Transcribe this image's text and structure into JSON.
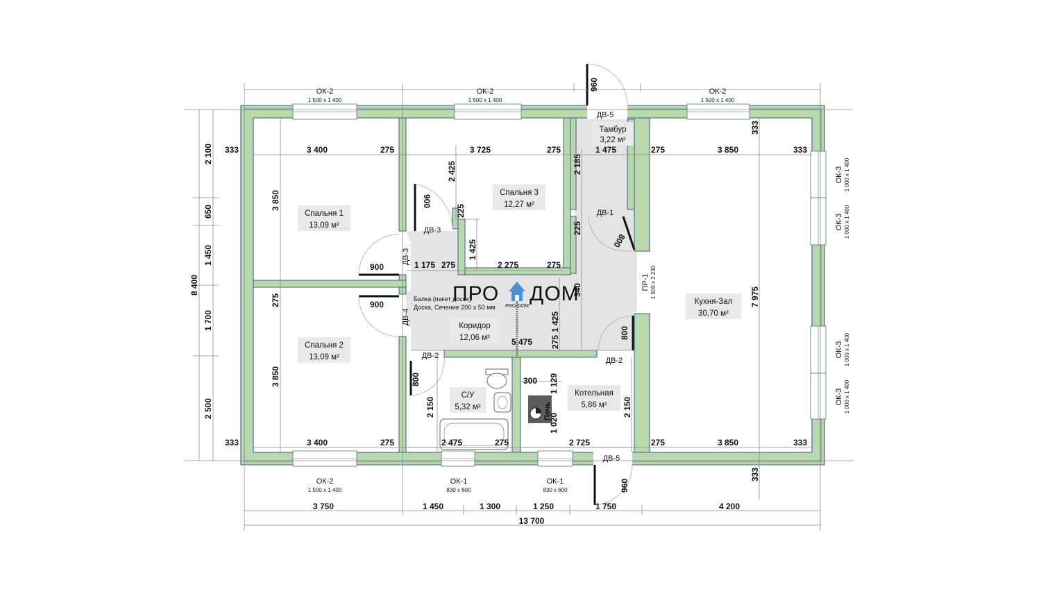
{
  "plan": {
    "logo": {
      "text_left": "ПРО",
      "text_right": "ДОМ",
      "sub": "PRO-DOM"
    },
    "rooms": [
      {
        "id": "bed1",
        "name": "Спальня 1",
        "area": "13,09 м²"
      },
      {
        "id": "bed2",
        "name": "Спальня 2",
        "area": "13,09 м²"
      },
      {
        "id": "bed3",
        "name": "Спальня 3",
        "area": "12,27 м²"
      },
      {
        "id": "vest",
        "name": "Тамбур",
        "area": "3,22 м²"
      },
      {
        "id": "corr",
        "name": "Коридор",
        "area": "12,06 м²"
      },
      {
        "id": "wc",
        "name": "С/У",
        "area": "5,32 м²"
      },
      {
        "id": "boil",
        "name": "Котельная",
        "area": "5,86 м²"
      },
      {
        "id": "kitch",
        "name": "Кухня-Зал",
        "area": "30,70 м²"
      }
    ],
    "windows": {
      "ok2_a": {
        "label": "ОК-2",
        "size": "1 500 x 1 400"
      },
      "ok2_b": {
        "label": "ОК-2",
        "size": "1 500 x 1 400"
      },
      "ok2_c": {
        "label": "ОК-2",
        "size": "1 500 x 1 400"
      },
      "ok2_d": {
        "label": "ОК-2",
        "size": "1 500 x 1 400"
      },
      "ok1_a": {
        "label": "ОК-1",
        "size": "830 x 600"
      },
      "ok1_b": {
        "label": "ОК-1",
        "size": "830 x 600"
      },
      "ok3_a": {
        "label": "ОК-3",
        "size": "1 000 x 1 400"
      },
      "ok3_b": {
        "label": "ОК-3",
        "size": "1 000 x 1 400"
      },
      "ok3_c": {
        "label": "ОК-3",
        "size": "1 000 x 1 400"
      },
      "ok3_d": {
        "label": "ОК-3",
        "size": "1 000 x 1 400"
      },
      "pr1": {
        "label": "ПР-1",
        "size": "1 500 x 2 230"
      }
    },
    "doors": {
      "dv5_top": "ДВ-5",
      "dv5_bottom": "ДВ-5",
      "dv1": "ДВ-1",
      "dv3_a": "ДВ-3",
      "dv3_b": "ДВ-3",
      "dv4": "ДВ-4",
      "dv2_a": "ДВ-2",
      "dv2_b": "ДВ-2"
    },
    "beam_note": {
      "line1": "Балка (пакет досок)",
      "line2": "Доска, Сечение 200 x 50 мм"
    },
    "stove_label": "Печь",
    "dims": {
      "bottom": [
        "3 750",
        "1 450",
        "1 300",
        "1 250",
        "1 750",
        "4 200"
      ],
      "total_width": "13 700",
      "left": [
        "2 100",
        "650",
        "1 450",
        "1 700",
        "2 500"
      ],
      "total_height": "8 400",
      "r_3850_a": "3 850",
      "r_3850_b": "3 850",
      "r_275_a": "275",
      "t_333_l": "333",
      "t_3400": "3 400",
      "t_275_a": "275",
      "t_3725": "3 725",
      "t_275_b": "275",
      "t_1475": "1 475",
      "t_275_c": "275",
      "t_3850": "3 850",
      "t_333_r": "333",
      "b_333_l": "333",
      "b_3400": "3 400",
      "b_275_a": "275",
      "b_2475": "2 475",
      "b_275_b": "275",
      "b_2725": "2 725",
      "b_275_c": "275",
      "b_3850": "3 850",
      "b_333_r": "333",
      "v_333_top": "333",
      "v_333_bot": "333",
      "v_2425": "2 425",
      "v_225_a": "225",
      "v_1425_a": "1 425",
      "v_2185": "2 185",
      "v_225_b": "225",
      "v_340": "340",
      "v_1425_b": "1 425",
      "v_275_v": "275",
      "v_1129": "1 129",
      "v_1020": "1 020",
      "v_2150_a": "2 150",
      "v_2150_b": "2 150",
      "v_7975": "7 975",
      "h_1175": "1 175",
      "h_275_a": "275",
      "h_2275": "2 275",
      "h_275_b": "275",
      "h_5475": "5 475",
      "h_300": "300",
      "door_960_top": "960",
      "door_960_bot": "960",
      "door_900_a": "900",
      "door_900_b": "900",
      "door_900_c": "900",
      "door_800_a": "800",
      "door_800_b": "800",
      "door_800_c": "800"
    }
  }
}
